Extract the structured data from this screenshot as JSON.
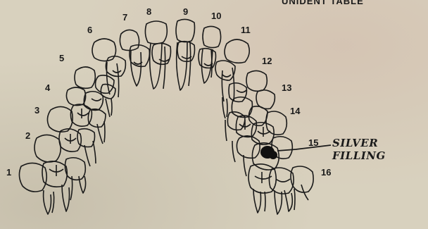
{
  "header_text": "UNIDENT TABLE",
  "annotation": "SILVER FILLING",
  "tooth_numbers": [
    "1",
    "2",
    "3",
    "4",
    "5",
    "6",
    "7",
    "8",
    "9",
    "10",
    "11",
    "12",
    "13",
    "14",
    "15",
    "16"
  ],
  "colors": {
    "ink": "#1a1a1a",
    "paper": "#d8d1be",
    "filling": "#111111"
  }
}
